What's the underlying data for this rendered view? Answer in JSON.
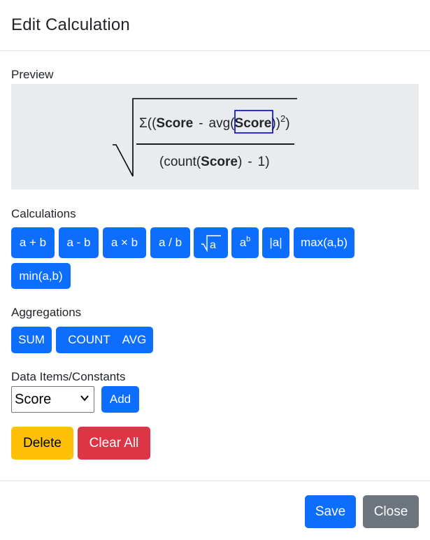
{
  "modal": {
    "title": "Edit Calculation"
  },
  "preview": {
    "label": "Preview",
    "numerator": {
      "sigma_open": "Σ((",
      "item1": "Score",
      "minus": "-",
      "avg_open": "avg(",
      "item2": "Score",
      "close": "))",
      "exponent": "2",
      "close_paren": ")"
    },
    "denominator": {
      "count_open": "(count(",
      "item": "Score",
      "close1": ")",
      "minus": "-",
      "one": "1",
      "close2": ")"
    }
  },
  "calculations": {
    "label": "Calculations",
    "buttons": {
      "add": "a + b",
      "subtract": "a - b",
      "multiply": "a × b",
      "divide": "a / b",
      "sqrt_arg": "a",
      "power_base": "a",
      "power_exp": "b",
      "abs": "|a|",
      "max": "max(a,b)",
      "min": "min(a,b)"
    }
  },
  "aggregations": {
    "label": "Aggregations",
    "buttons": {
      "sum": "SUM",
      "count": "COUNT",
      "avg": "AVG"
    }
  },
  "data_items": {
    "label": "Data Items/Constants",
    "selected": "Score",
    "add_label": "Add"
  },
  "actions": {
    "delete": "Delete",
    "clear_all": "Clear All"
  },
  "footer": {
    "save": "Save",
    "close": "Close"
  },
  "colors": {
    "primary": "#0d6efd",
    "warning": "#ffc107",
    "danger": "#dc3545",
    "secondary": "#6c757d",
    "preview_bg": "#e9ecef",
    "selection_border": "#0000cc"
  }
}
